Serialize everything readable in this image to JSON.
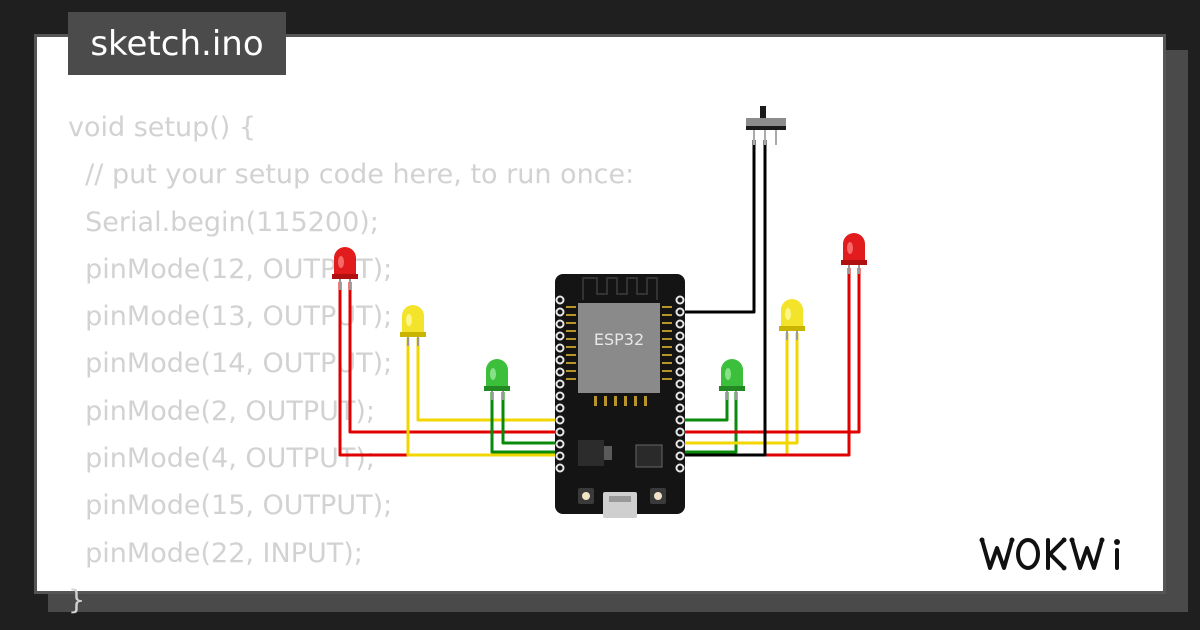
{
  "tab": {
    "filename": "sketch.ino"
  },
  "code": {
    "lines": [
      "void setup() {",
      "  // put your setup code here, to run once:",
      "  Serial.begin(115200);",
      "  pinMode(12, OUTPUT);",
      "  pinMode(13, OUTPUT);",
      "  pinMode(14, OUTPUT);",
      "  pinMode(2, OUTPUT);",
      "  pinMode(4, OUTPUT);",
      "  pinMode(15, OUTPUT);",
      "  pinMode(22, INPUT);",
      "}"
    ]
  },
  "board": {
    "chip_label": "ESP32"
  },
  "components": {
    "leds": [
      {
        "color": "red"
      },
      {
        "color": "yellow"
      },
      {
        "color": "green"
      },
      {
        "color": "green"
      },
      {
        "color": "yellow"
      },
      {
        "color": "red"
      }
    ],
    "switch": "slide-switch"
  },
  "brand": {
    "logo_text": "WOKWi"
  },
  "colors": {
    "background": "#1f1f1f",
    "card": "#ffffff",
    "tab": "#4b4b4b",
    "code_text": "#d2d2d2",
    "wire_red": "#e00000",
    "wire_yellow": "#f2d600",
    "wire_green": "#0a8a0a",
    "wire_black": "#000000"
  }
}
